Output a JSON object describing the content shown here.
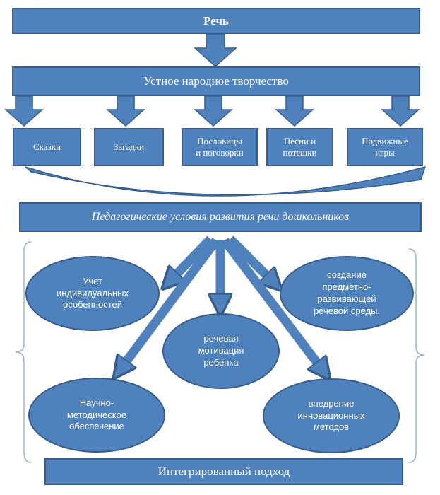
{
  "top_box": {
    "label": "Речь"
  },
  "folk_box": {
    "label": "Устное народное творчество"
  },
  "genres": [
    {
      "label": "Сказки"
    },
    {
      "label": "Загадки"
    },
    {
      "label": "Пословицы\nи поговорки"
    },
    {
      "label": "Песни и\nпотешки"
    },
    {
      "label": "Подвижные\nигры"
    }
  ],
  "conditions_box": {
    "label": "Педагогические условия развития речи дошкольников"
  },
  "conditions": [
    {
      "label": "Учет\nиндивидуальных\nособенностей"
    },
    {
      "label": "создание\nпредметно-\nразвивающей\nречевой среды."
    },
    {
      "label": "речевая\nмотивация\nребенка"
    },
    {
      "label": "Научно-\nметодическое\nобеспечение"
    },
    {
      "label": "внедрение\nинновационных\nметодов"
    }
  ],
  "bottom_box": {
    "label": "Интегрированный подход"
  },
  "colors": {
    "fill": "#4f81bd",
    "border": "#385d8a",
    "bracket": "#95b3d7"
  }
}
